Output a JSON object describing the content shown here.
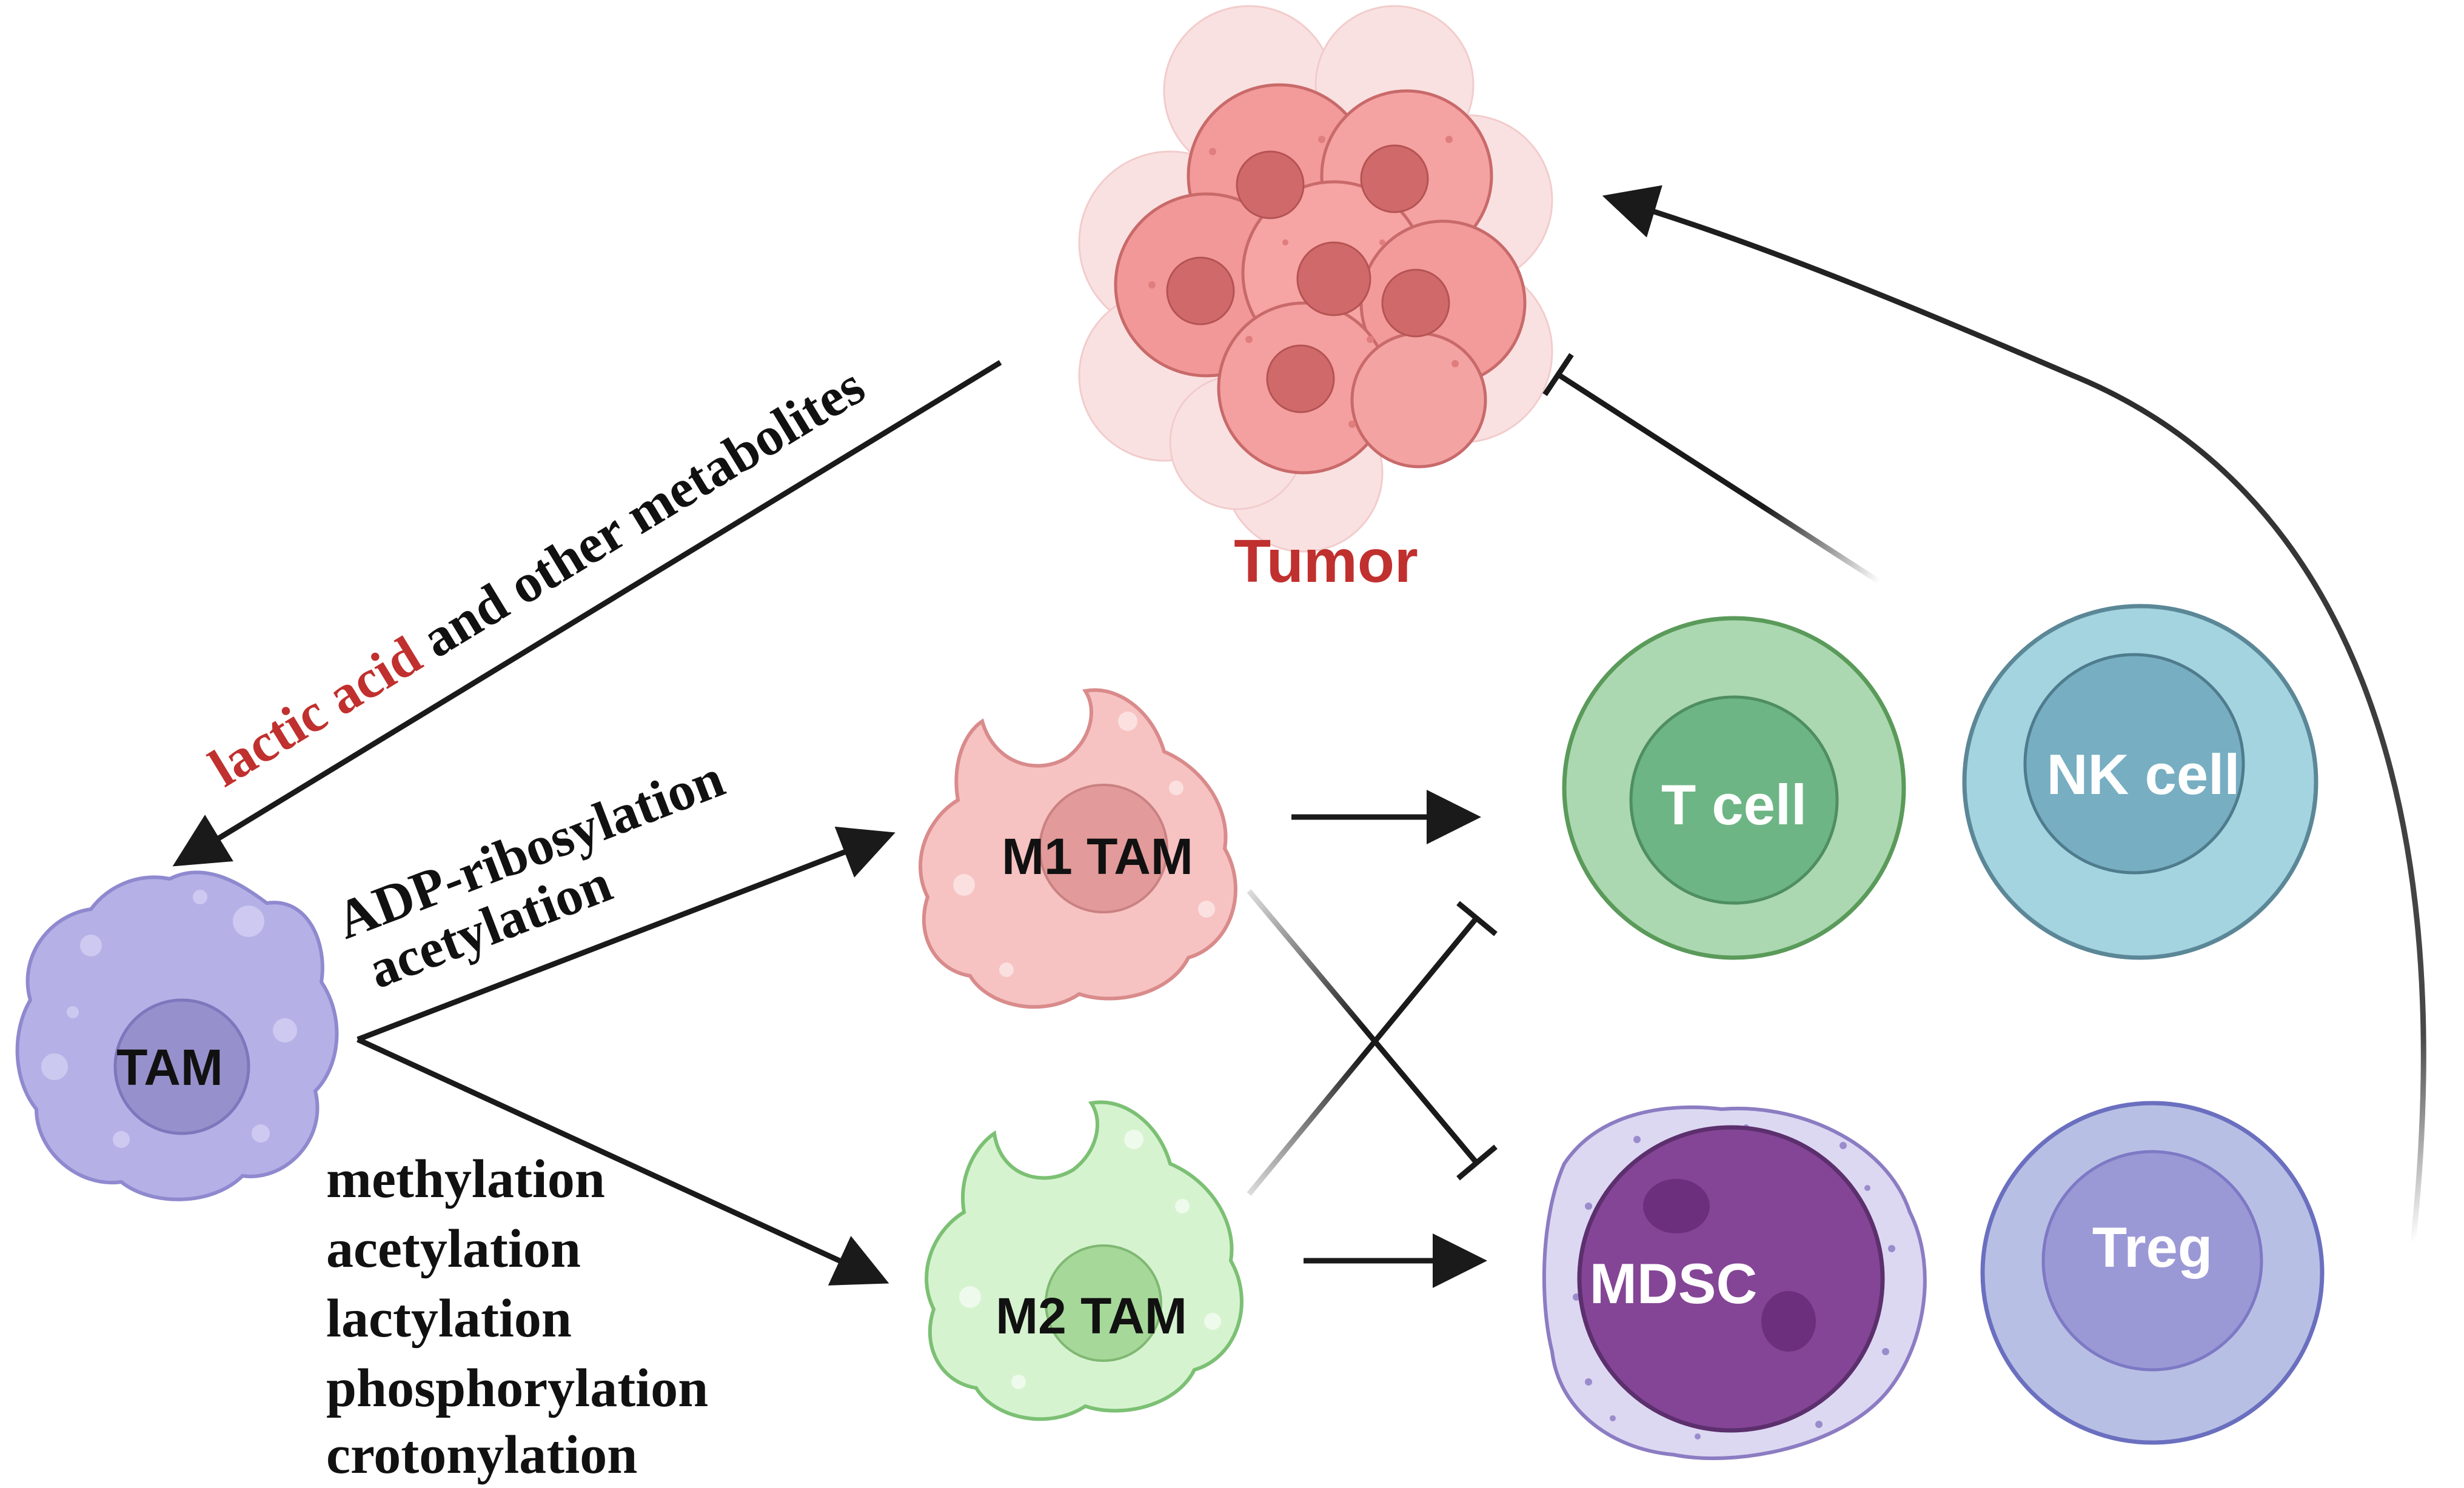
{
  "tumor": {
    "label": "Tumor",
    "label_color": "#c0302e"
  },
  "metabolites": {
    "part_highlight": "lactic acid",
    "part_rest": " and other metabolites",
    "highlight_color": "#c0302e"
  },
  "cells": {
    "tam": {
      "label": "TAM",
      "color": "#b5b1e6",
      "nucleus_color": "#9690cc"
    },
    "m1_tam": {
      "label": "M1 TAM",
      "color": "#f7c2c2",
      "nucleus_color": "#e29a9a"
    },
    "m2_tam": {
      "label": "M2 TAM",
      "color": "#d6f3d0",
      "nucleus_color": "#a6d89a"
    },
    "t_cell": {
      "label": "T cell",
      "color": "#abd8b0",
      "nucleus_color": "#6db584"
    },
    "nk_cell": {
      "label": "NK cell",
      "color": "#a3d4e0",
      "nucleus_color": "#77aec2"
    },
    "mdsc": {
      "label": "MDSC",
      "color": "#dcd8f2",
      "nucleus_color": "#844596"
    },
    "treg": {
      "label": "Treg",
      "color": "#b8bfe4",
      "nucleus_color": "#9b98d6"
    }
  },
  "m1_modifications": [
    "ADP-ribosylation",
    "acetylation"
  ],
  "m2_modifications": [
    "methylation",
    "acetylation",
    "lactylation",
    "phosphorylation",
    "crotonylation"
  ],
  "colors": {
    "arrow": "#1a1a1a",
    "cell_label_dark": "#111111",
    "cell_label_light": "#ffffff"
  }
}
